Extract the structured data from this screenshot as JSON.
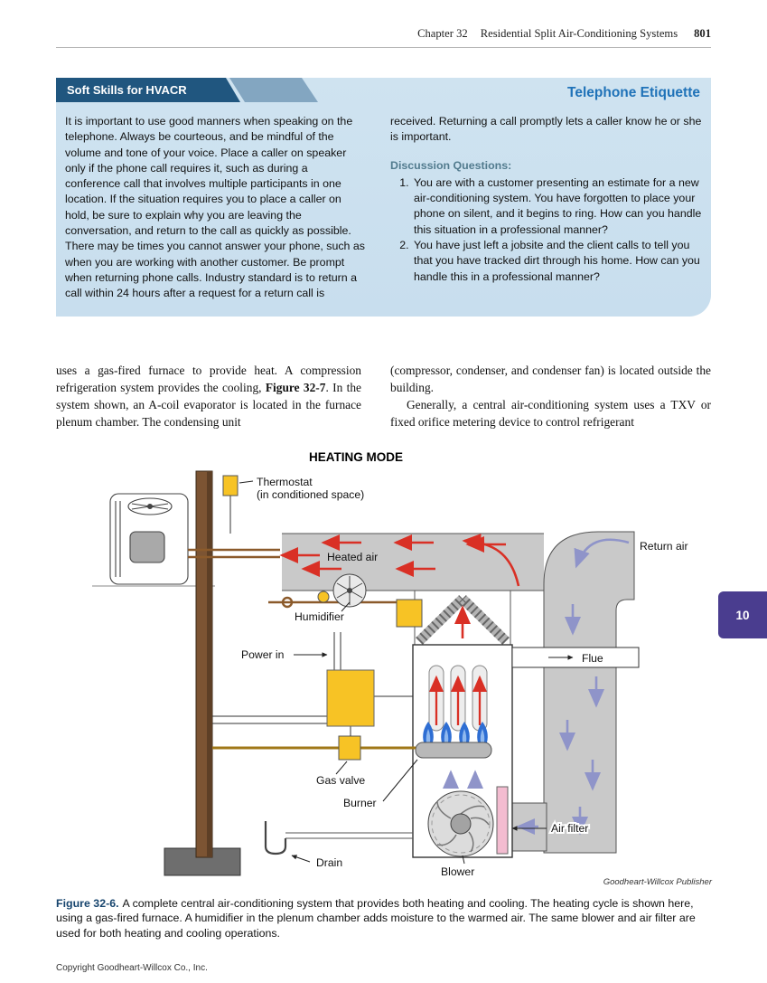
{
  "header": {
    "chapter": "Chapter 32",
    "title": "Residential Split Air-Conditioning Systems",
    "page_number": "801"
  },
  "soft_skills_box": {
    "tab_label": "Soft Skills for HVACR",
    "title": "Telephone Etiquette",
    "left_column": "It is important to use good manners when speaking on the telephone. Always be courteous, and be mindful of the volume and tone of your voice. Place a caller on speaker only if the phone call requires it, such as during a conference call that involves multiple participants in one location. If the situation requires you to place a caller on hold, be sure to explain why you are leaving the conversation, and return to the call as quickly as possible. There may be times you cannot answer your phone, such as when you are working with another customer. Be prompt when returning phone calls. Industry standard is to return a call within 24 hours after a request for a return call is",
    "right_intro": "received. Returning a call promptly lets a caller know he or she is important.",
    "discussion_heading": "Discussion Questions:",
    "questions": [
      "You are with a customer presenting an estimate for a new air-conditioning system. You have forgotten to place your phone on silent, and it begins to ring. How can you handle this situation in a professional manner?",
      "You have just left a jobsite and the client calls to tell you that you have tracked dirt through his home. How can you handle this in a professional manner?"
    ]
  },
  "body": {
    "left": {
      "t1": "uses a gas-fired furnace to provide heat. A compression refrigeration system provides the cooling, ",
      "bold": "Figure 32-7",
      "t2": ". In the system shown, an A-coil evaporator is located in the furnace plenum chamber. The condensing unit"
    },
    "right": {
      "p1": "(compressor, condenser, and condenser fan) is located outside the building.",
      "p2": "Generally, a central air-conditioning system uses a TXV or fixed orifice metering device to control refrigerant"
    }
  },
  "figure": {
    "diagram_title": "HEATING MODE",
    "labels": {
      "thermostat": "Thermostat",
      "thermostat_sub": "(in conditioned space)",
      "heated_air": "Heated air",
      "return_air": "Return air",
      "humidifier": "Humidifier",
      "power_in": "Power in",
      "flue": "Flue",
      "gas_valve": "Gas valve",
      "burner": "Burner",
      "air_filter": "Air filter",
      "drain": "Drain",
      "blower": "Blower"
    },
    "credit": "Goodheart-Willcox Publisher",
    "caption_label": "Figure 32-6.",
    "caption_text": "A complete central air-conditioning system that provides both heating and cooling. The heating cycle is shown here, using a gas-fired furnace. A humidifier in the plenum chamber adds moisture to the warmed air. The same blower and air filter are used for both heating and cooling operations."
  },
  "side_tab": {
    "label": "10"
  },
  "copyright": "Copyright Goodheart-Willcox Co., Inc.",
  "colors": {
    "accent_blue": "#1f72b8",
    "band_navy": "#20567f",
    "box_blue": "#cde1ee",
    "tab_purple": "#4a3d8f",
    "heated_air_red": "#d93025",
    "return_air_purple": "#8f94c9"
  }
}
